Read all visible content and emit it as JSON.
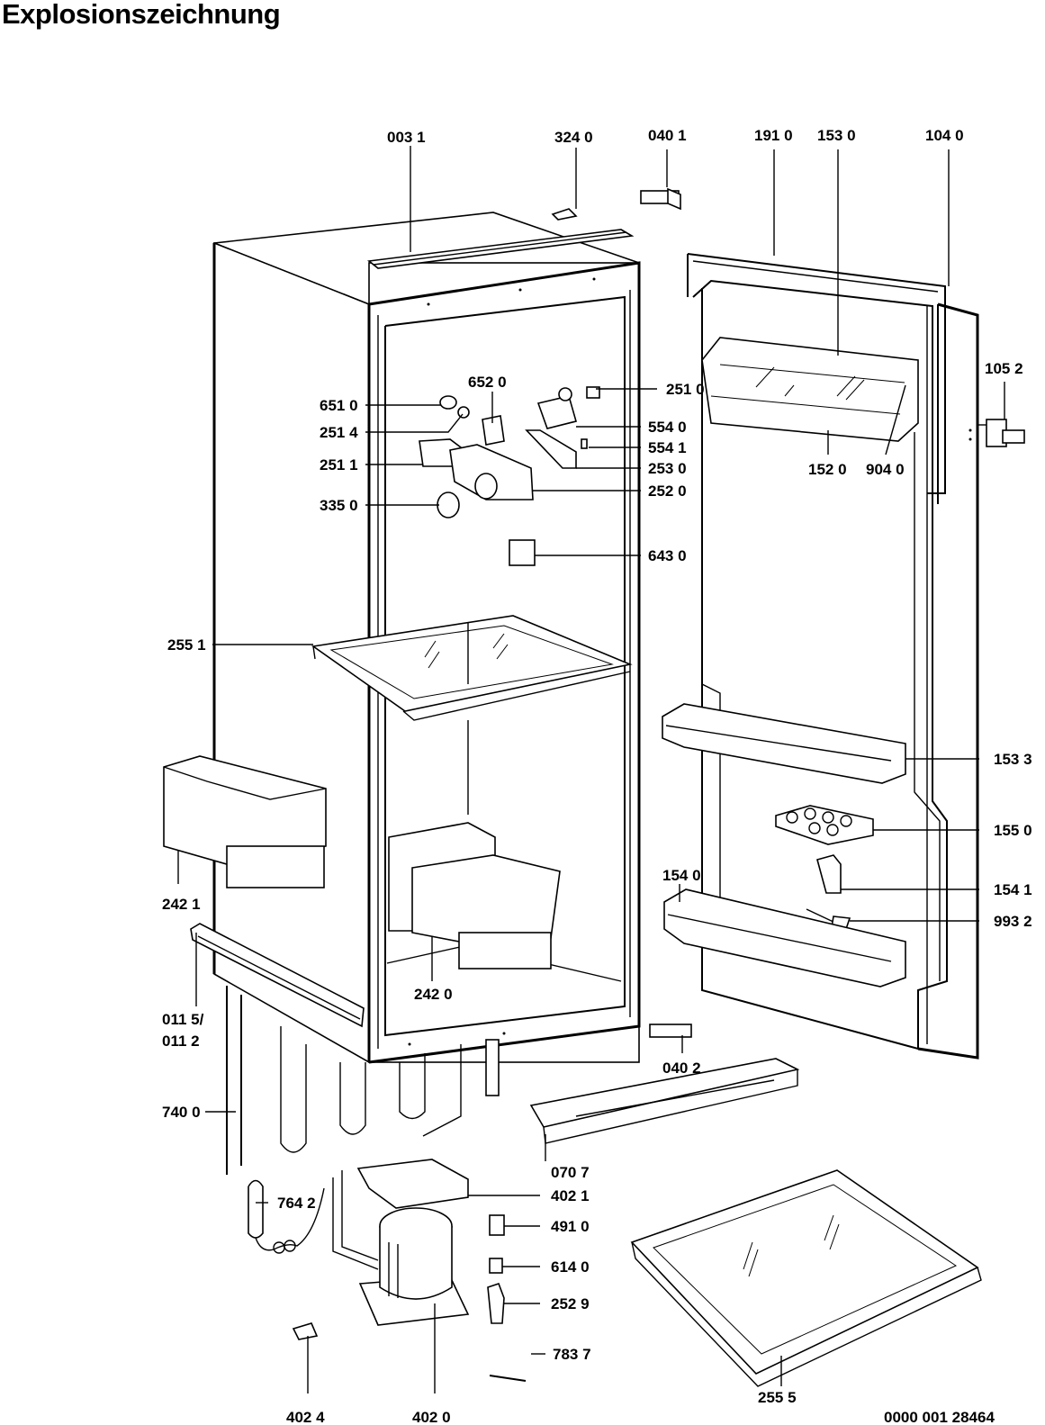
{
  "title": "Explosionszeichnung",
  "document_number": "0000 001 28464",
  "labels": {
    "l0031": "003 1",
    "l3240": "324 0",
    "l0401": "040 1",
    "l1910": "191 0",
    "l1530": "153 0",
    "l1040": "104 0",
    "l1052": "105 2",
    "l6520": "652 0",
    "l2510": "251 0",
    "l6510": "651 0",
    "l2514": "251 4",
    "l5540": "554 0",
    "l5541": "554 1",
    "l2511": "251 1",
    "l2530": "253 0",
    "l2520": "252 0",
    "l3350": "335 0",
    "l1520": "152 0",
    "l9040": "904 0",
    "l6430": "643 0",
    "l2551": "255 1",
    "l1533": "153 3",
    "l1550": "155 0",
    "l2421": "242 1",
    "l1540": "154 0",
    "l1541": "154 1",
    "l9932": "993 2",
    "l2420": "242 0",
    "l0115": "011 5/",
    "l0112": "011 2",
    "l0402": "040 2",
    "l7400": "740 0",
    "l0707": "070 7",
    "l4021": "402 1",
    "l7642": "764 2",
    "l4910": "491 0",
    "l6140": "614 0",
    "l2529": "252 9",
    "l7837": "783 7",
    "l2555": "255 5",
    "l4024": "402 4",
    "l4020": "402 0"
  }
}
